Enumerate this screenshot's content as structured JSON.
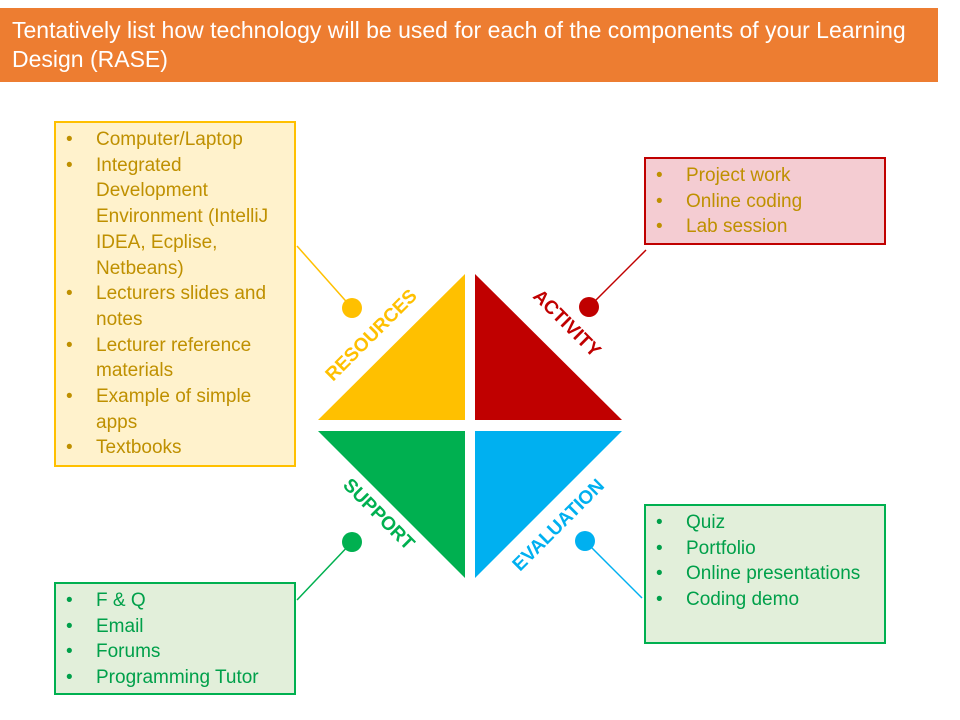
{
  "title": "Tentatively list how technology will be used for each of the components of your Learning Design (RASE)",
  "colors": {
    "resources": "#FFC000",
    "activity": "#C00000",
    "support": "#00B050",
    "evaluation": "#00B0F0",
    "title_bg": "#ED7D31"
  },
  "diagram": {
    "resources": "RESOURCES",
    "activity": "ACTIVITY",
    "support": "SUPPORT",
    "evaluation": "EVALUATION"
  },
  "resources": {
    "items": [
      "Computer/Laptop",
      "Integrated Development Environment (IntelliJ IDEA, Ecplise, Netbeans)",
      "Lecturers slides and notes",
      "Lecturer reference materials",
      "Example  of simple apps",
      "Textbooks"
    ]
  },
  "activity": {
    "items": [
      "Project work",
      "Online coding",
      "Lab session"
    ]
  },
  "evaluation": {
    "items": [
      "Quiz",
      "Portfolio",
      "Online presentations",
      "Coding demo"
    ]
  },
  "support": {
    "items": [
      "F & Q",
      "Email",
      "Forums",
      "Programming  Tutor"
    ]
  }
}
